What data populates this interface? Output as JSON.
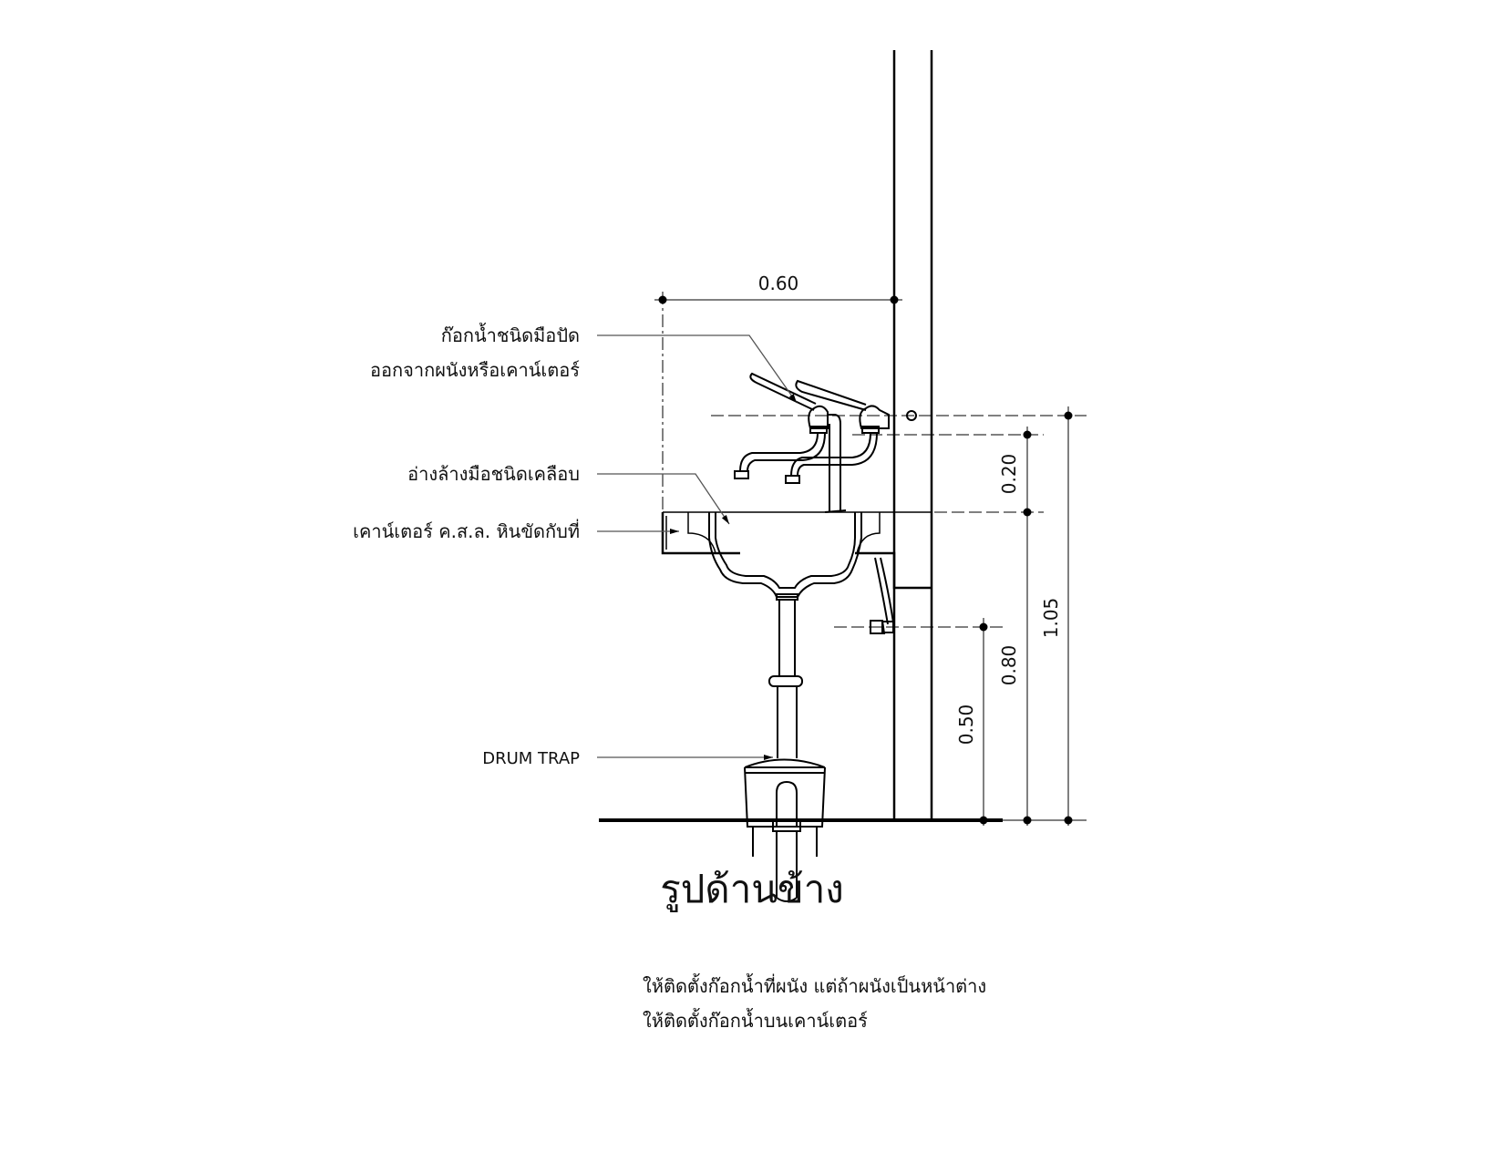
{
  "dimensions": {
    "top_width": "0.60",
    "faucet_above_counter": "0.20",
    "counter_height": "0.80",
    "valve_height": "0.50",
    "faucet_height": "1.05"
  },
  "labels": {
    "faucet_line1": "ก๊อกน้ำชนิดมือปัด",
    "faucet_line2": "ออกจากผนังหรือเคาน์เตอร์",
    "basin": "อ่างล้างมือชนิดเคลือบ",
    "counter": "เคาน์เตอร์ ค.ส.ล. หินขัดกับที่",
    "drum_trap": "DRUM TRAP"
  },
  "title": "รูปด้านข้าง",
  "notes": {
    "line1": "ให้ติดตั้งก๊อกน้ำที่ผนัง แต่ถ้าผนังเป็นหน้าต่าง",
    "line2": "ให้ติดตั้งก๊อกน้ำบนเคาน์เตอร์"
  }
}
